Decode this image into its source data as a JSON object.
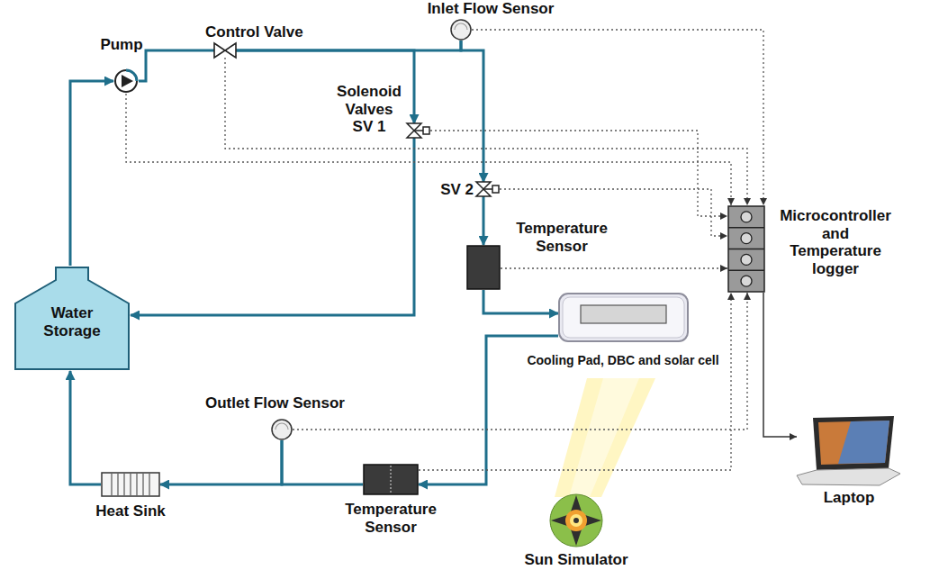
{
  "diagram": {
    "nodes": [
      {
        "text": [
          "Inlet Flow Sensor"
        ]
      },
      {
        "text": [
          "Pump"
        ]
      },
      {
        "text": [
          "Control Valve"
        ]
      },
      {
        "text": [
          "Solenoid Valves SV 1"
        ]
      },
      {
        "text": [
          "SV 2"
        ]
      },
      {
        "text": [
          "Temperature Sensor"
        ]
      },
      {
        "text": [
          "Microcontroller and Temperature logger"
        ]
      },
      {
        "text": [
          "Water Storage"
        ]
      },
      {
        "text": [
          "Cooling Pad, DBC and solar cell"
        ]
      },
      {
        "text": [
          "Outlet Flow Sensor"
        ]
      },
      {
        "text": [
          "Temperature Sensor"
        ]
      },
      {
        "text": [
          "Heat Sink"
        ]
      },
      {
        "text": [
          "Laptop"
        ]
      },
      {
        "text": [
          "Sun Simulator"
        ]
      }
    ],
    "edges": [
      {
        "from": 7,
        "to": 1,
        "arrow": "to"
      },
      {
        "from": 1,
        "to": 2,
        "arrow": "none"
      },
      {
        "from": 2,
        "to": 3,
        "arrow": "to"
      },
      {
        "from": 2,
        "to": 0,
        "arrow": "none"
      },
      {
        "from": 0,
        "to": 4,
        "arrow": "to"
      },
      {
        "from": 3,
        "to": 7,
        "arrow": "to"
      },
      {
        "from": 4,
        "to": 5,
        "arrow": "to"
      },
      {
        "from": 5,
        "to": 8,
        "arrow": "to"
      },
      {
        "from": 8,
        "to": 10,
        "arrow": "to"
      },
      {
        "from": 10,
        "to": 9,
        "arrow": "none"
      },
      {
        "from": 9,
        "to": 11,
        "arrow": "to"
      },
      {
        "from": 11,
        "to": 7,
        "arrow": "to"
      },
      {
        "from": 6,
        "to": 12,
        "arrow": "to"
      },
      {
        "from": 1,
        "to": 6,
        "arrow": "to"
      },
      {
        "from": 2,
        "to": 6,
        "arrow": "to"
      },
      {
        "from": 0,
        "to": 6,
        "arrow": "to"
      },
      {
        "from": 3,
        "to": 6,
        "arrow": "to"
      },
      {
        "from": 4,
        "to": 6,
        "arrow": "to"
      },
      {
        "from": 5,
        "to": 6,
        "arrow": "to"
      },
      {
        "from": 10,
        "to": 6,
        "arrow": "to"
      },
      {
        "from": 9,
        "to": 6,
        "arrow": "to"
      }
    ]
  }
}
